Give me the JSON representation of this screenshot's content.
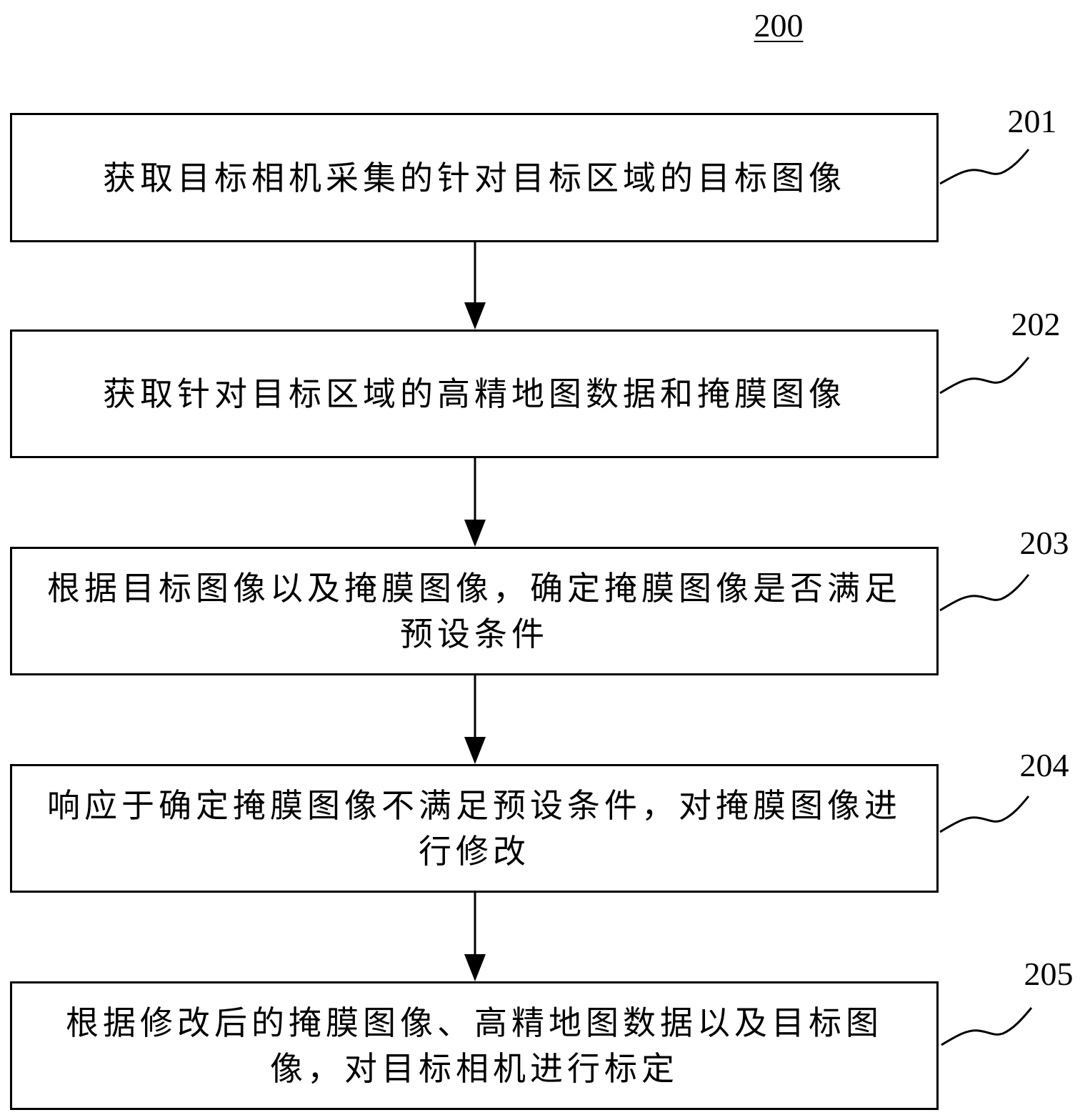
{
  "figure_number": "200",
  "steps": [
    {
      "ref": "201",
      "text": "获取目标相机采集的针对目标区域的目标图像"
    },
    {
      "ref": "202",
      "text": "获取针对目标区域的高精地图数据和掩膜图像"
    },
    {
      "ref": "203",
      "text": "根据目标图像以及掩膜图像，确定掩膜图像是否满足预设条件"
    },
    {
      "ref": "204",
      "text": "响应于确定掩膜图像不满足预设条件，对掩膜图像进行修改"
    },
    {
      "ref": "205",
      "text": "根据修改后的掩膜图像、高精地图数据以及目标图像，对目标相机进行标定"
    }
  ]
}
